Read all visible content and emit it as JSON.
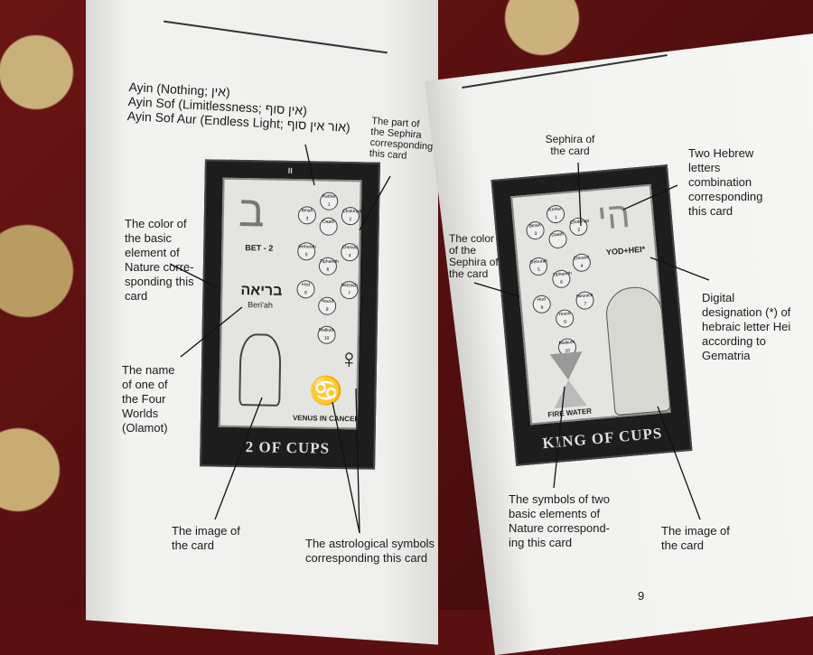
{
  "left_page": {
    "ayin_lines": [
      "Ayin (Nothing; אין)",
      "Ayin Sof (Limitlessness; אין סוף)",
      "Ayin Sof Aur (Endless Light; אור אין סוף)"
    ],
    "label_sephira_part": "The part of the Sephira corresponding this card",
    "label_element_color": "The color of the basic element of Nature corre-sponding this card",
    "label_four_worlds": "The name of one of the Four Worlds (Olamot)",
    "label_image": "The image of the card",
    "label_astrological": "The astrological symbols corresponding this card",
    "card": {
      "title": "2 OF CUPS",
      "number": "II",
      "letter": "ב",
      "letter_name": "BET - 2",
      "world_hebrew": "בריאה",
      "world_translit": "Beri'ah",
      "astro_text": "VENUS IN CANCER",
      "astro_symbols": [
        "♋",
        "♀"
      ]
    }
  },
  "right_page": {
    "label_sephira": "Sephira of the card",
    "label_hebrew_letters": "Two Hebrew letters combination corresponding this card",
    "label_sephira_color": "The color of the Sephira of the card",
    "label_digital": "Digital designation (*) of hebraic letter Hei according to Gematria",
    "label_elements": "The symbols of two basic elements of Nature correspond-ing this card",
    "label_image": "The image of the card",
    "page_number": "9",
    "card": {
      "title": "KING OF CUPS",
      "letters": "הי",
      "letters_name": "YOD+HEI*",
      "elements_text": "FIRE WATER"
    }
  },
  "sephirot": [
    {
      "name": "Kether",
      "n": "1"
    },
    {
      "name": "Chokmah",
      "n": "2"
    },
    {
      "name": "Binah",
      "n": "3"
    },
    {
      "name": "Daath",
      "n": ""
    },
    {
      "name": "Chesed",
      "n": "4"
    },
    {
      "name": "Geburah",
      "n": "5"
    },
    {
      "name": "Tiphareth",
      "n": "6"
    },
    {
      "name": "Netzach",
      "n": "7"
    },
    {
      "name": "Hod",
      "n": "8"
    },
    {
      "name": "Yesod",
      "n": "9"
    },
    {
      "name": "Malkuth",
      "n": "10"
    }
  ]
}
